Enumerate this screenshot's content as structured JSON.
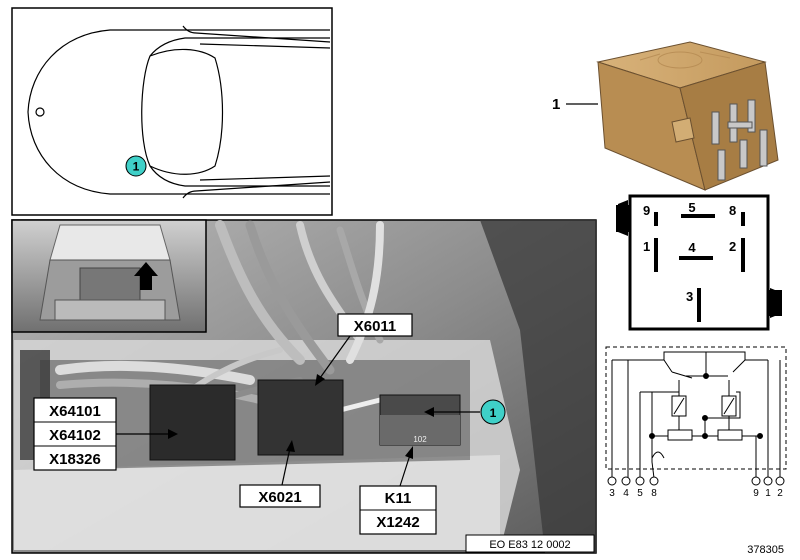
{
  "callout_number": "1",
  "part_item_number": "1",
  "connector_labels": {
    "x64101": "X64101",
    "x64102": "X64102",
    "x18326": "X18326",
    "x6011": "X6011",
    "x6021": "X6021",
    "k11": "K11",
    "x1242": "X1242"
  },
  "relay_face_text": "102",
  "photo_code": "EO E83 12 0002",
  "diagram_number": "378305",
  "relay_pinout": {
    "pins": [
      "9",
      "5",
      "8",
      "1",
      "4",
      "2",
      "3"
    ]
  },
  "schematic_terminals": {
    "left": [
      "3",
      "4",
      "5",
      "8"
    ],
    "right": [
      "9",
      "1",
      "2"
    ]
  },
  "colors": {
    "callout_fill": "#3fd0c8",
    "relay_body": "#c9a36a",
    "photo_background": "#8a8a8a",
    "line": "#000000"
  }
}
